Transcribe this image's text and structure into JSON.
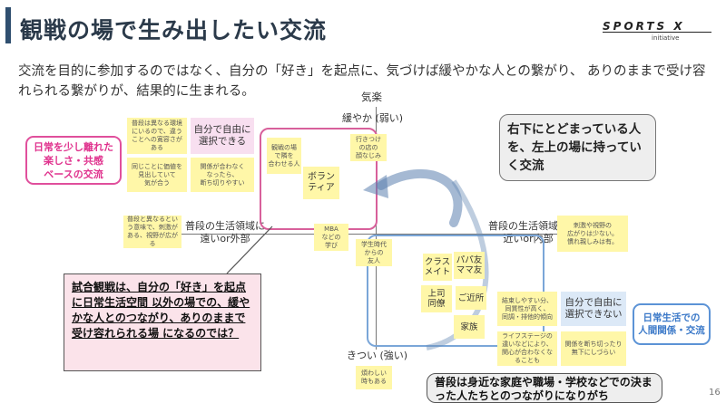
{
  "title": "観戦の場で生み出したい交流",
  "logo": {
    "main": "SPORTS X",
    "sub": "initiative"
  },
  "intro": "交流を目的に参加するのではなく、自分の「好き」を起点に、気づけば緩やかな人との繋がり、 ありのままで受け容れられる繋がりが、結果的に生まれる。",
  "axis": {
    "top_note": "気楽",
    "top": "緩やか (弱い)",
    "bottom": "きつい (強い)",
    "left": "普段の生活領域に\n遠いor外部",
    "right": "普段の生活領域に\n近いor内部"
  },
  "notes": {
    "n1": "普段は異なる環境にいるので、違うことへの寛容さがある",
    "n2": "自分で自由に\n選択できる",
    "n3": "同じことに価値を\n見出していて\n気が合う",
    "n4": "関係が合わなく\nなったら、\n断ち切りやすい",
    "n5": "観戦の場\nで隣を\n合わせる人",
    "n6": "ボラン\nティア",
    "n7": "行きつけ\nの店の\n顔なじみ",
    "n8": "普段と異なるという意味で、刺激がある、視野が広がる",
    "n9": "MBA\nなどの\n学び",
    "n10": "学生時代\nからの\n友人",
    "n11": "刺激や視野の\n広がりは少ない。\n慣れ親しみは有。",
    "n12": "クラス\nメイト",
    "n13": "パパ友\nママ友",
    "n14": "上司\n同僚",
    "n15": "ご近所",
    "n16": "家族",
    "n17": "結束しやすい分、\n同質性が高く、\n同調・排他的傾向",
    "n18": "自分で自由に\n選択できない",
    "n19": "ライフステージの違いなどにより、関心が合わなくなることも",
    "n20": "関係を断ち切ったり\n無下にしづらい",
    "n21": "煩わしい\n時もある"
  },
  "tag_left": "日常を少し離れた\n楽しさ・共感\nベースの交流",
  "tag_right": "日常生活での\n人間関係・交流",
  "callout_right": "右下にとどまっている人を、左上の場に持っていく交流",
  "callout_left": "試合観戦は、自分の「好き」を起点に日常生活空間 以外の場での、緩やかな人とのつながり、ありのままで受け容れられる場 になるのでは？",
  "callout_bottom": "普段は身近な家庭や職場・学校などでの決まった人たちとのつながりになりがち",
  "page_number": "16",
  "colors": {
    "pink": "#e04f9c",
    "blue": "#5c93d6",
    "sticky": "#fff7a8"
  }
}
